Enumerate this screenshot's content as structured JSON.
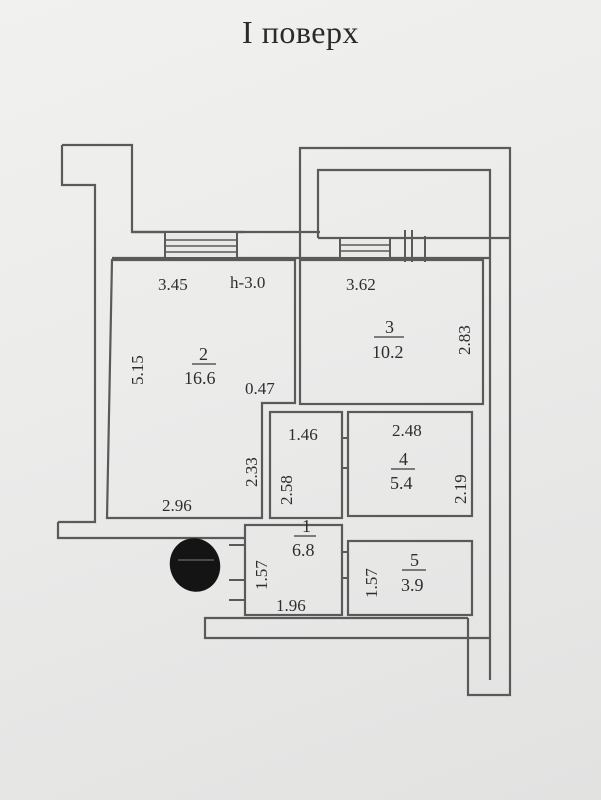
{
  "title": "I поверх",
  "ceiling": "h-3.0",
  "rooms": [
    {
      "num": "2",
      "area": "16.6"
    },
    {
      "num": "3",
      "area": "10.2"
    },
    {
      "num": "4",
      "area": "5.4"
    },
    {
      "num": "1",
      "area": "6.8"
    },
    {
      "num": "5",
      "area": "3.9"
    }
  ],
  "dims": {
    "r2_width": "3.45",
    "r2_height": "5.15",
    "r2_bottom": "2.96",
    "r2_step": "0.47",
    "r2_lower": "2.33",
    "r3_width": "3.62",
    "r3_height": "2.83",
    "hall_width": "1.46",
    "hall_height": "2.58",
    "r4_width": "2.48",
    "r4_height": "2.19",
    "entry_left": "1.57",
    "r1_bottom": "1.96",
    "r5_height": "1.57"
  }
}
